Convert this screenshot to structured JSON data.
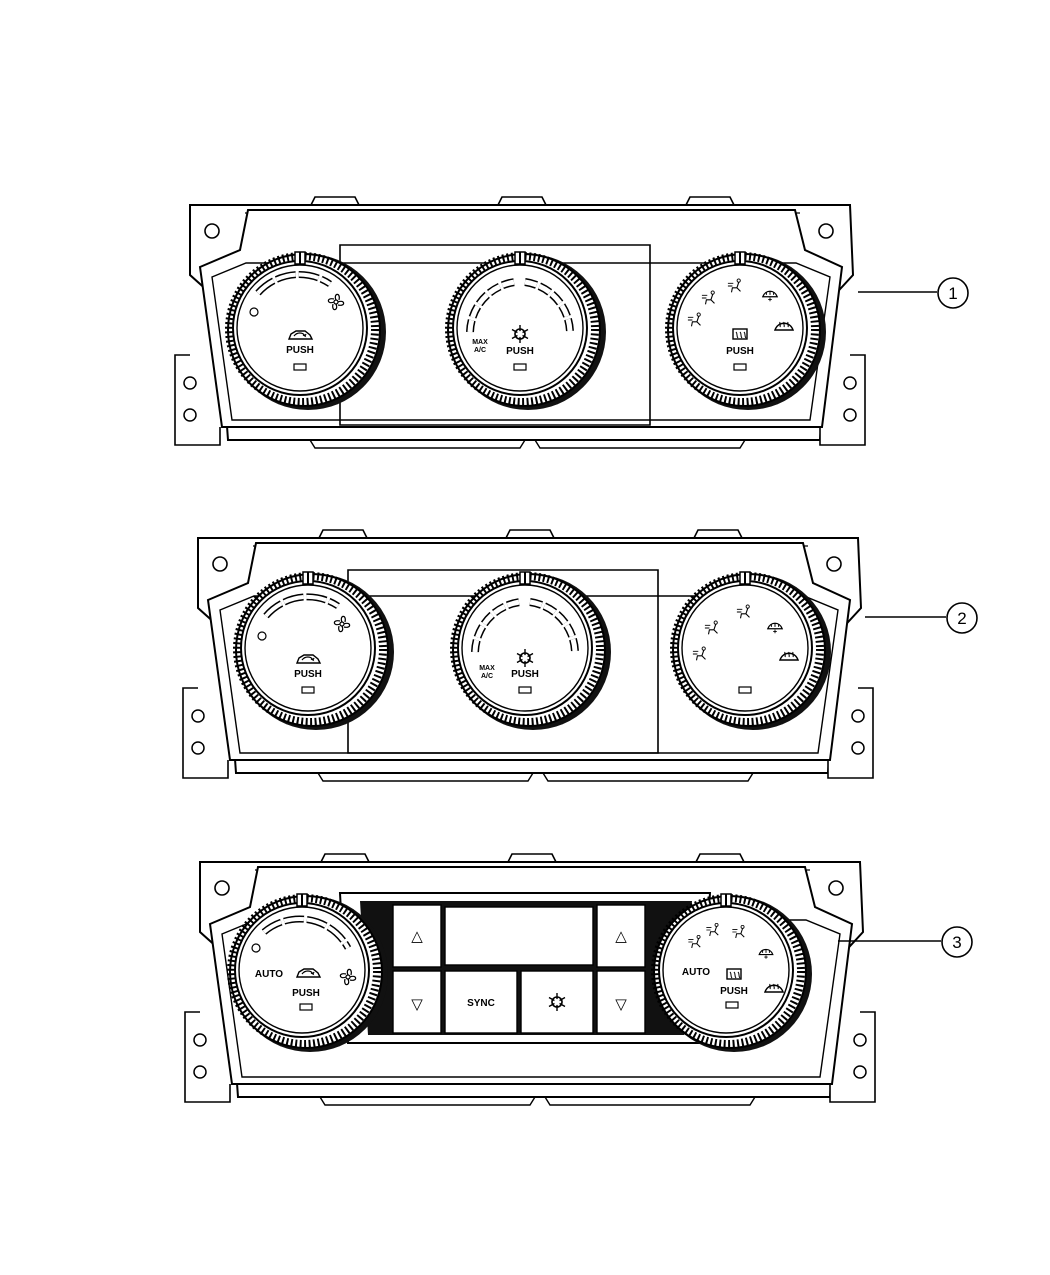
{
  "callouts": [
    "1",
    "2",
    "3"
  ],
  "knob_text": {
    "push": "PUSH",
    "max": "MAX",
    "ac": "A/C",
    "auto": "AUTO"
  },
  "button_text": {
    "sync": "SYNC",
    "up_arrow": "△",
    "down_arrow": "▽"
  },
  "icons": [
    "fan-icon",
    "recirculation-icon",
    "ac-snowflake-icon",
    "rear-defrost-icon",
    "front-defrost-icon",
    "panel-vent-icon",
    "floor-vent-icon",
    "bi-level-vent-icon"
  ]
}
